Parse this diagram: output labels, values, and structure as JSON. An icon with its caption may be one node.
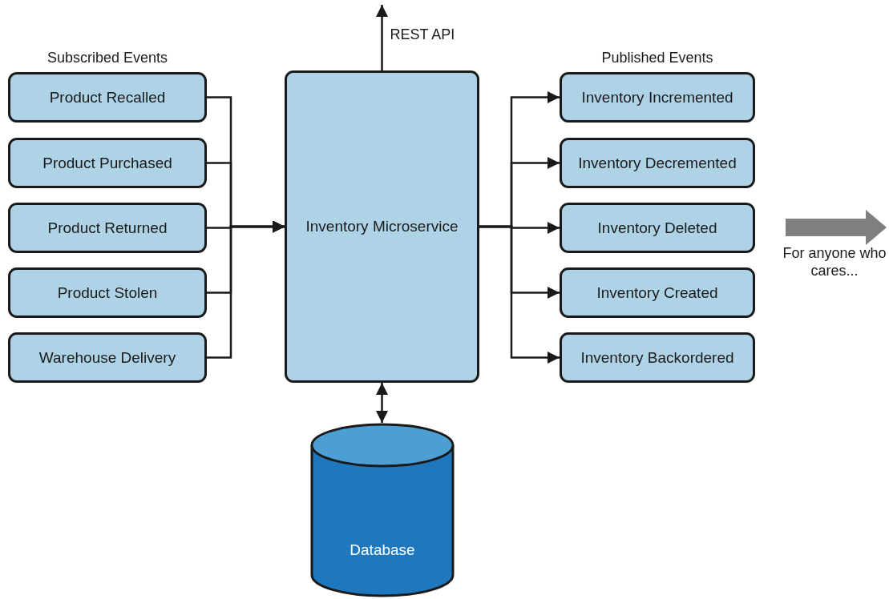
{
  "diagram": {
    "nodes": [
      {
        "text": [
          "Product Recalled"
        ]
      },
      {
        "text": [
          "Product Purchased"
        ]
      },
      {
        "text": [
          "Product Returned"
        ]
      },
      {
        "text": [
          "Product Stolen"
        ]
      },
      {
        "text": [
          "Warehouse Delivery"
        ]
      },
      {
        "text": [
          "Inventory Microservice"
        ]
      },
      {
        "text": [
          "Inventory Incremented"
        ]
      },
      {
        "text": [
          "Inventory Decremented"
        ]
      },
      {
        "text": [
          "Inventory Deleted"
        ]
      },
      {
        "text": [
          "Inventory Created"
        ]
      },
      {
        "text": [
          "Inventory Backordered"
        ]
      },
      {
        "text": [
          "Database"
        ]
      }
    ],
    "edges": [
      {
        "from": 0,
        "to": 5,
        "arrow": "to"
      },
      {
        "from": 1,
        "to": 5,
        "arrow": "to"
      },
      {
        "from": 2,
        "to": 5,
        "arrow": "to"
      },
      {
        "from": 3,
        "to": 5,
        "arrow": "to"
      },
      {
        "from": 4,
        "to": 5,
        "arrow": "to"
      },
      {
        "from": 5,
        "to": 6,
        "arrow": "to"
      },
      {
        "from": 5,
        "to": 7,
        "arrow": "to"
      },
      {
        "from": 5,
        "to": 8,
        "arrow": "to"
      },
      {
        "from": 5,
        "to": 9,
        "arrow": "to"
      },
      {
        "from": 5,
        "to": 10,
        "arrow": "to"
      },
      {
        "from": 5,
        "to": 11,
        "arrow": "both"
      },
      {
        "from": 5,
        "to": null,
        "arrow": "to",
        "label": "REST API"
      }
    ],
    "labels": [
      "Subscribed Events",
      "Published Events",
      "For anyone who cares..."
    ]
  }
}
